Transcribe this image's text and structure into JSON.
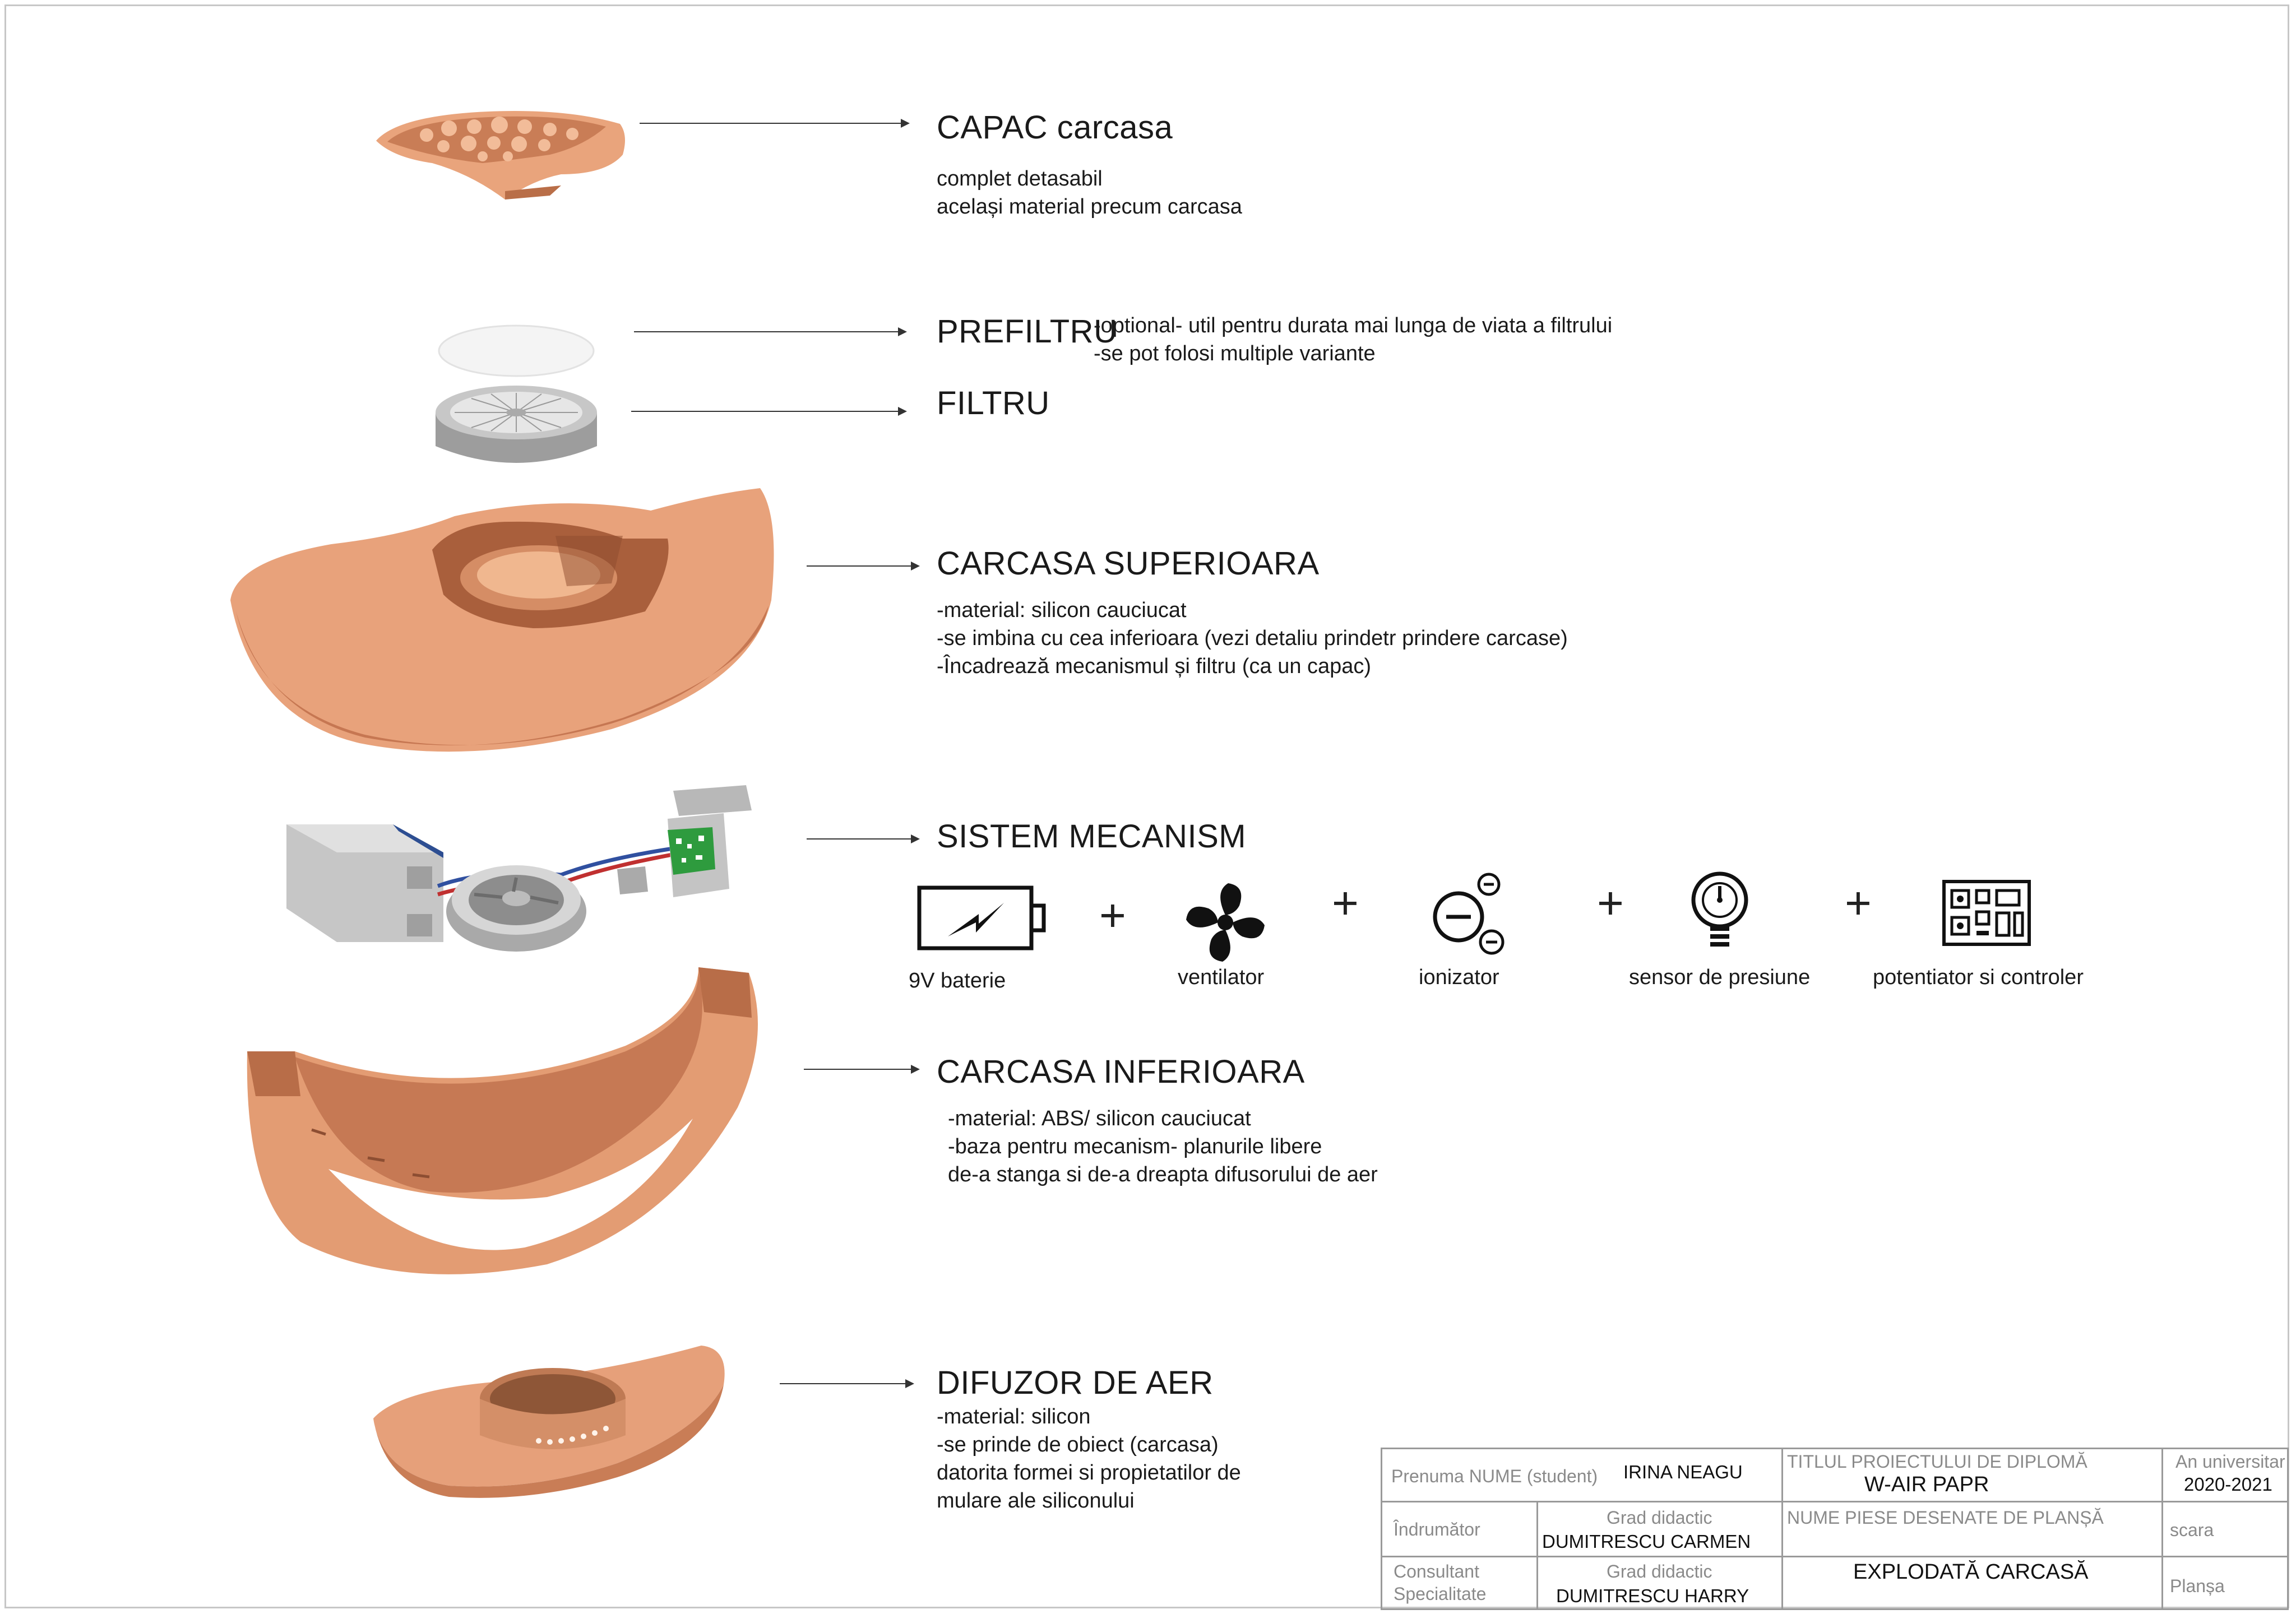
{
  "parts": [
    {
      "title": "CAPAC carcasa",
      "lines": [
        "complet detasabil",
        "același material precum carcasa"
      ]
    },
    {
      "title": "PREFILTRU",
      "lines": [
        "-optional- util pentru durata mai lunga de viata a filtrului",
        "-se pot folosi multiple variante"
      ]
    },
    {
      "title": "FILTRU",
      "lines": []
    },
    {
      "title": "CARCASA SUPERIOARA",
      "lines": [
        "-material: silicon cauciucat",
        "-se imbina cu cea inferioara (vezi detaliu prindetr prindere carcase)",
        "-Încadrează mecanismul și filtru (ca un capac)"
      ]
    },
    {
      "title": "SISTEM MECANISM",
      "lines": []
    },
    {
      "title": "CARCASA INFERIOARA",
      "lines": [
        "-material: ABS/ silicon cauciucat",
        "-baza pentru mecanism- planurile libere",
        "de-a stanga si de-a dreapta difusorului de aer"
      ]
    },
    {
      "title": "DIFUZOR DE AER",
      "lines": [
        "-material: silicon",
        "-se prinde de obiect (carcasa)",
        "datorita formei si propietatilor  de",
        "mulare ale siliconului"
      ]
    }
  ],
  "components": [
    {
      "label": "9V baterie",
      "icon": "battery-icon"
    },
    {
      "label": "ventilator",
      "icon": "fan-icon"
    },
    {
      "label": "ionizator",
      "icon": "ionizer-icon"
    },
    {
      "label": "sensor de presiune",
      "icon": "pressure-sensor-icon"
    },
    {
      "label": "potentiator si controler",
      "icon": "circuit-board-icon"
    }
  ],
  "plus_sign": "+",
  "title_block": {
    "student_label": "Prenuma NUME (student)",
    "student_name": "IRINA NEAGU",
    "project_title_label": "TITLUL PROIECTULUI DE DIPLOMĂ",
    "project_title": "W-AIR PAPR",
    "year_label": "An universitar",
    "year": "2020-2021",
    "advisor_label": "Îndrumător",
    "advisor_grade_label": "Grad didactic",
    "advisor_name": "DUMITRESCU CARMEN",
    "pieces_label": "NUME PIESE DESENATE DE PLANȘĂ",
    "pieces": "EXPLODATĂ CARCASĂ",
    "scale_label": "scara",
    "consultant_label_1": "Consultant",
    "consultant_label_2": "Specialitate",
    "consultant_grade_label": "Grad didactic",
    "consultant_name": "DUMITRESCU HARRY",
    "sheet_label": "Planșa"
  },
  "colors": {
    "shell": "#e6a07a",
    "shell_dark": "#c77a52",
    "shell_light": "#f2c0a0",
    "grey_part": "#bdbdbd",
    "pcb_green": "#2e9b3e"
  }
}
